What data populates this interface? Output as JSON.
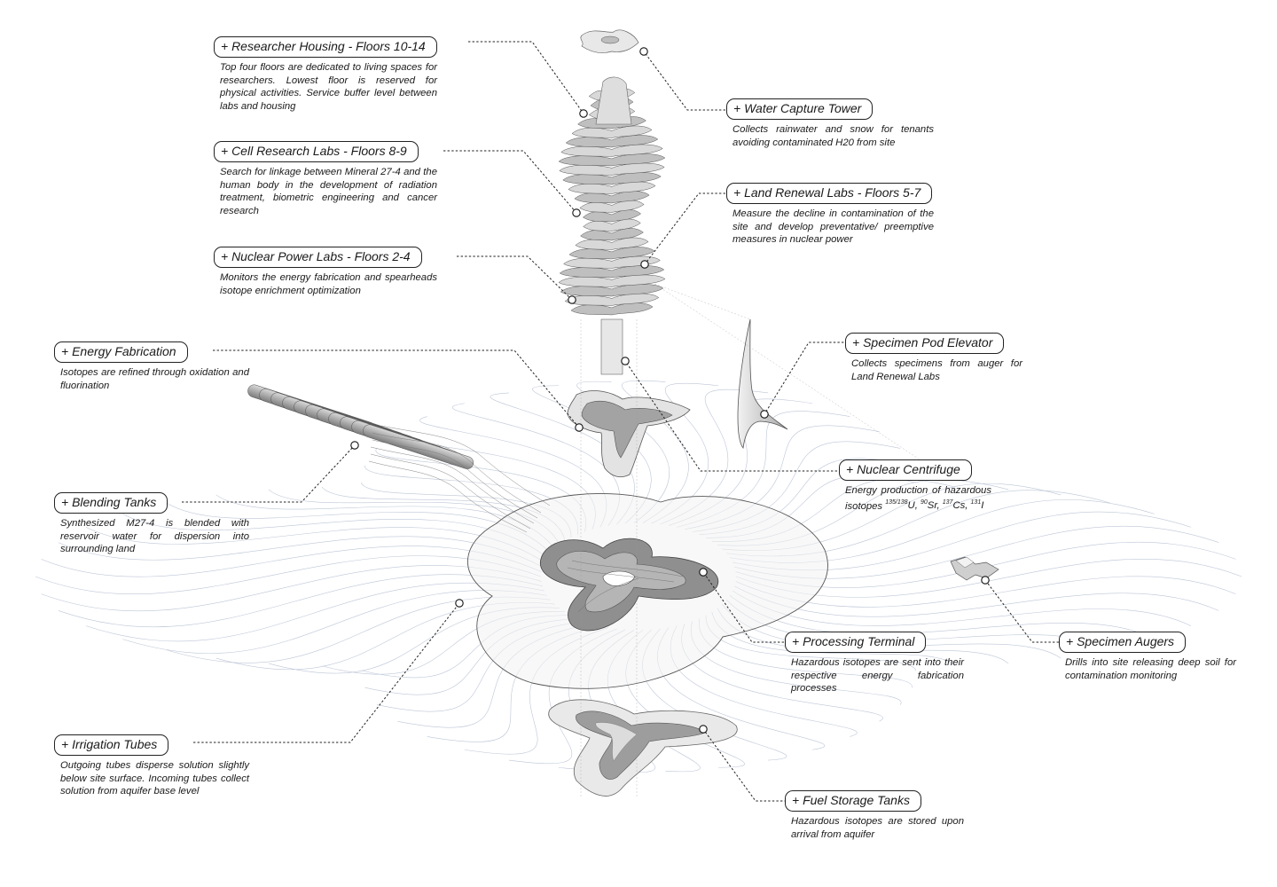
{
  "callouts": [
    {
      "id": "researcher-housing",
      "title": "+ Researcher Housing - Floors 10-14",
      "desc": "Top four floors are dedicated to living spaces for researchers. Lowest floor is reserved for physical activities. Service buffer level between labs and housing"
    },
    {
      "id": "cell-research-labs",
      "title": "+ Cell Research Labs - Floors 8-9",
      "desc": "Search for linkage between Mineral 27-4 and the human body in the development of radiation treatment, biometric engineering and cancer research"
    },
    {
      "id": "nuclear-power-labs",
      "title": "+ Nuclear Power Labs - Floors 2-4",
      "desc": "Monitors the energy fabrication and spearheads isotope enrichment optimization"
    },
    {
      "id": "energy-fabrication",
      "title": "+ Energy Fabrication",
      "desc": "Isotopes are refined through oxidation and fluorination"
    },
    {
      "id": "blending-tanks",
      "title": "+ Blending Tanks",
      "desc": "Synthesized M27-4 is blended with reservoir water for dispersion into surrounding land"
    },
    {
      "id": "irrigation-tubes",
      "title": "+ Irrigation Tubes",
      "desc": "Outgoing tubes disperse solution slightly below site surface. Incoming tubes collect solution from aquifer base level"
    },
    {
      "id": "water-capture-tower",
      "title": "+ Water Capture Tower",
      "desc": "Collects rainwater and snow for tenants avoiding contaminated H20 from site"
    },
    {
      "id": "land-renewal-labs",
      "title": "+ Land Renewal Labs - Floors 5-7",
      "desc": "Measure the decline in contamination of the site and develop preventative/ preemptive measures in nuclear power"
    },
    {
      "id": "specimen-pod-elevator",
      "title": "+ Specimen Pod Elevator",
      "desc": "Collects specimens from auger for Land Renewal Labs"
    },
    {
      "id": "nuclear-centrifuge",
      "title": "+ Nuclear Centrifuge",
      "desc": "Energy production of hazardous isotopes",
      "isotopes": [
        {
          "sup": "135/138",
          "el": "U"
        },
        {
          "sup": "90",
          "el": "Sr"
        },
        {
          "sup": "137",
          "el": "Cs"
        },
        {
          "sup": "131",
          "el": "I"
        }
      ]
    },
    {
      "id": "processing-terminal",
      "title": "+ Processing Terminal",
      "desc": "Hazardous isotopes are sent into their respective energy fabrication processes"
    },
    {
      "id": "specimen-augers",
      "title": "+ Specimen Augers",
      "desc": "Drills into site releasing deep soil for contamination monitoring"
    },
    {
      "id": "fuel-storage-tanks",
      "title": "+ Fuel Storage Tanks",
      "desc": "Hazardous isotopes are stored upon arrival from aquifer"
    }
  ],
  "colors": {
    "ink": "#1a1a1a",
    "leader": "#222222",
    "mesh_blue": "#8797b5",
    "form_light": "#ececec",
    "form_dark": "#8a8a8a"
  }
}
